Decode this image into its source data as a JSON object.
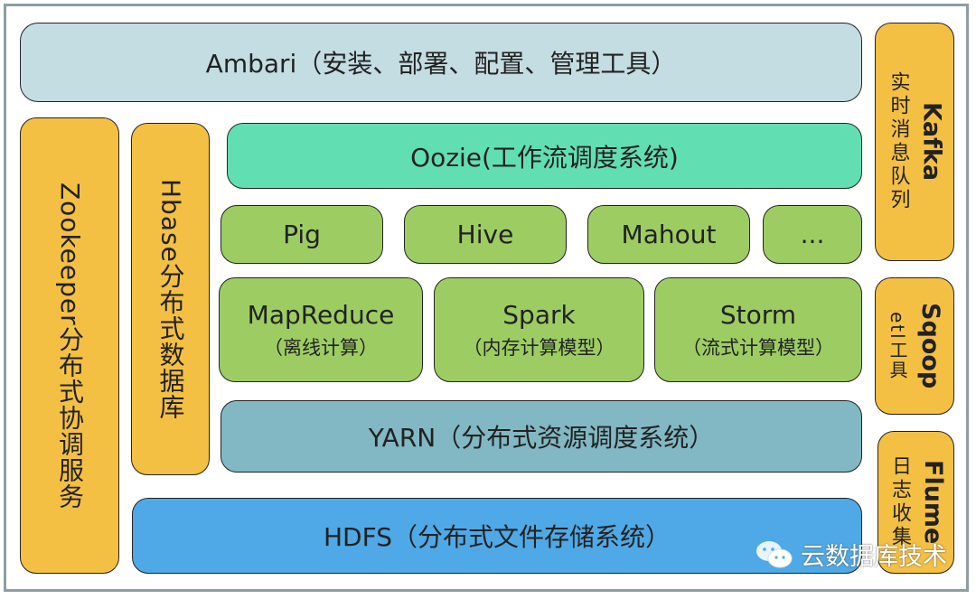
{
  "diagram": {
    "ambari": "Ambari（安装、部署、配置、管理工具）",
    "oozie": "Oozie(工作流调度系统)",
    "tools": [
      "Pig",
      "Hive",
      "Mahout",
      "..."
    ],
    "compute": [
      {
        "name": "MapReduce",
        "desc": "（离线计算）"
      },
      {
        "name": "Spark",
        "desc": "（内存计算模型）"
      },
      {
        "name": "Storm",
        "desc": "（流式计算模型）"
      }
    ],
    "yarn": "YARN（分布式资源调度系统）",
    "hdfs": "HDFS（分布式文件存储系统）",
    "zookeeper": "Zookeeper分布式协调服务",
    "hbase": "Hbase分布式数据库",
    "kafka": {
      "name": "Kafka",
      "desc": "实时消息队列"
    },
    "sqoop": {
      "name": "Sqoop",
      "desc": "etl工具"
    },
    "flume": {
      "name": "Flume",
      "desc": "日志收集"
    }
  },
  "watermark": {
    "text": "云数据库技术",
    "icon": "wechat-icon"
  },
  "colors": {
    "ambari": "#c3dde2",
    "oozie": "#62dfb2",
    "green": "#9dcd62",
    "yarn": "#81b8c3",
    "hdfs": "#4fa9e6",
    "yellow": "#f4c043"
  }
}
